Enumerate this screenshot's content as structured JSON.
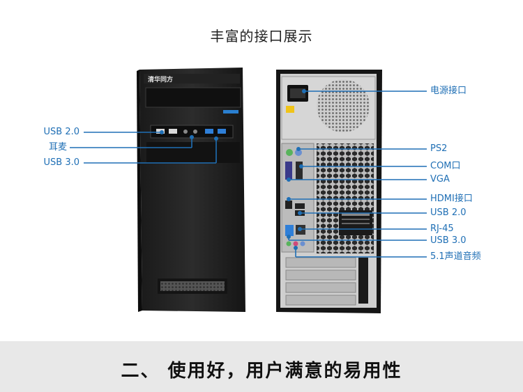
{
  "title": "丰富的接口展示",
  "brand": "清华同方",
  "footer_text": "二、 使用好，用户满意的易用性",
  "accent_color": "#1f6fb5",
  "front_labels": [
    "USB 2.0",
    "耳麦",
    "USB 3.0"
  ],
  "back_labels": [
    "电源接口",
    "PS2",
    "COM口",
    "VGA",
    "HDMI接口",
    "USB 2.0",
    "RJ-45",
    "USB 3.0",
    "5.1声道音频"
  ]
}
